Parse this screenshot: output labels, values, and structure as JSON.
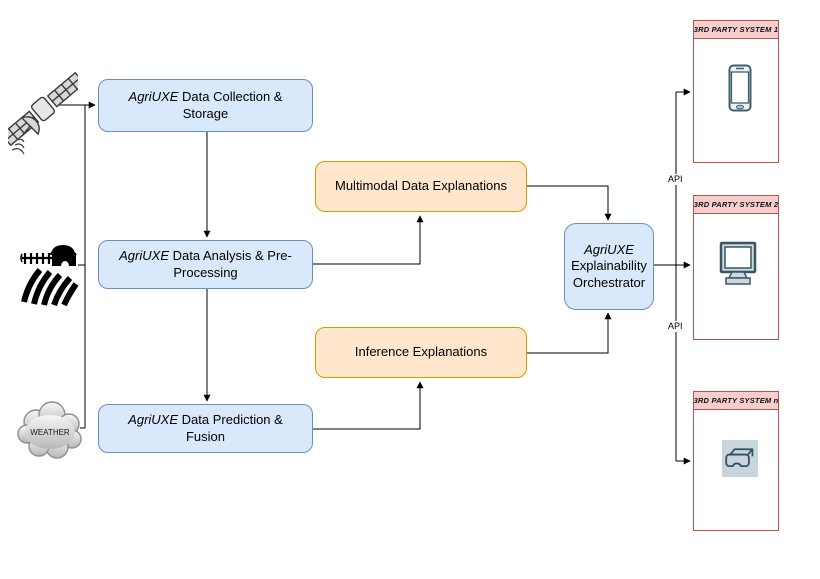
{
  "diagram": {
    "sources": [
      {
        "id": "satellite",
        "icon": "satellite-icon"
      },
      {
        "id": "farm",
        "icon": "farm-field-icon"
      },
      {
        "id": "weather",
        "icon": "weather-cloud-icon",
        "label": "WEATHER"
      }
    ],
    "pipeline": [
      {
        "brand": "AgriUXE",
        "label": "Data Collection & Storage"
      },
      {
        "brand": "AgriUXE",
        "label": "Data Analysis & Pre-Processing"
      },
      {
        "brand": "AgriUXE",
        "label": "Data Prediction & Fusion"
      }
    ],
    "explanations": [
      {
        "label": "Multimodal Data Explanations"
      },
      {
        "label": "Inference Explanations"
      }
    ],
    "orchestrator": {
      "brand": "AgriUXE",
      "label": "Explainability Orchestrator"
    },
    "api_labels": [
      "API",
      "API"
    ],
    "third_party": [
      {
        "title": "3RD PARTY SYSTEM 1",
        "icon": "smartphone-icon"
      },
      {
        "title": "3RD PARTY SYSTEM 2",
        "icon": "desktop-monitor-icon"
      },
      {
        "title": "3RD PARTY SYSTEM n",
        "icon": "vr-goggles-icon"
      }
    ],
    "colors": {
      "process_fill": "#dae8fc",
      "process_border": "#6c8ebf",
      "explanation_fill": "#ffe6cc",
      "explanation_border": "#d79b00",
      "third_party_header_fill": "#f8cecc",
      "third_party_border": "#b85450",
      "connector": "#000000"
    }
  }
}
